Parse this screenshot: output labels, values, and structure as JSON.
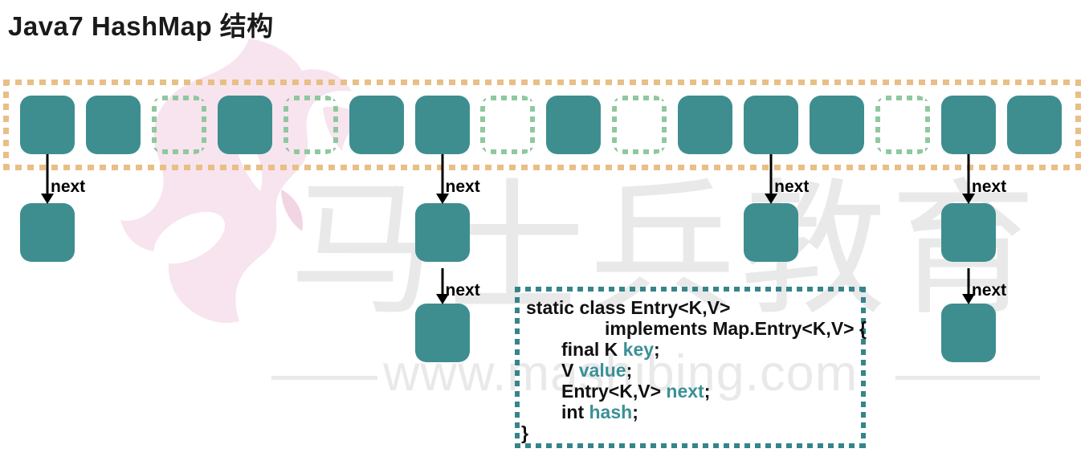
{
  "title": "Java7 HashMap 结构",
  "array": {
    "slots": [
      "filled",
      "filled",
      "empty",
      "filled",
      "empty",
      "filled",
      "filled",
      "empty",
      "filled",
      "empty",
      "filled",
      "filled",
      "filled",
      "empty",
      "filled",
      "filled"
    ]
  },
  "arrow_label": "next",
  "chains": [
    {
      "slot": 0,
      "nodes": 1
    },
    {
      "slot": 6,
      "nodes": 2
    },
    {
      "slot": 11,
      "nodes": 1
    },
    {
      "slot": 14,
      "nodes": 2
    }
  ],
  "code_block": {
    "lines": [
      {
        "indent": "none",
        "segments": [
          {
            "text": "static class Entry<K,V>",
            "color": "default"
          }
        ]
      },
      {
        "indent": "impl",
        "segments": [
          {
            "text": "implements Map.Entry<K,V> {",
            "color": "default"
          }
        ]
      },
      {
        "indent": "field",
        "segments": [
          {
            "text": "final K ",
            "color": "default"
          },
          {
            "text": "key",
            "color": "accent"
          },
          {
            "text": ";",
            "color": "default"
          }
        ]
      },
      {
        "indent": "field",
        "segments": [
          {
            "text": "V ",
            "color": "default"
          },
          {
            "text": "value",
            "color": "accent"
          },
          {
            "text": ";",
            "color": "default"
          }
        ]
      },
      {
        "indent": "field",
        "segments": [
          {
            "text": "Entry<K,V> ",
            "color": "default"
          },
          {
            "text": "next",
            "color": "accent"
          },
          {
            "text": ";",
            "color": "default"
          }
        ]
      },
      {
        "indent": "field",
        "segments": [
          {
            "text": "int ",
            "color": "default"
          },
          {
            "text": "hash",
            "color": "accent"
          },
          {
            "text": ";",
            "color": "default"
          }
        ]
      },
      {
        "indent": "close",
        "segments": [
          {
            "text": "}",
            "color": "default"
          }
        ]
      }
    ]
  },
  "watermark": {
    "brand_text": "马士兵教育",
    "url_text": "www.mashibing.com"
  },
  "colors": {
    "bucket_fill": "#3E8E90",
    "empty_slot_border": "#8FC89E",
    "array_border": "#E8BF86",
    "code_accent": "#3B9097",
    "code_border": "#35858B",
    "watermark_gray": "#E9E9E9",
    "logo_pink": "#F7E4EE",
    "logo_pink_accent": "#F1D5E3"
  }
}
